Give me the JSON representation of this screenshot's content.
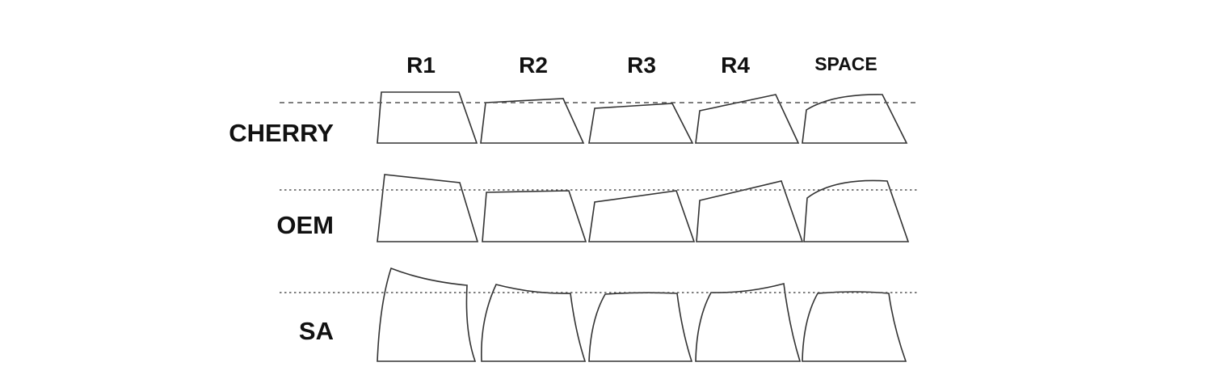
{
  "columns": [
    "R1",
    "R2",
    "R3",
    "R4",
    "SPACE"
  ],
  "profiles": [
    {
      "key": "cherry",
      "label": "CHERRY",
      "guide": "dashed"
    },
    {
      "key": "oem",
      "label": "OEM",
      "guide": "dotted"
    },
    {
      "key": "sa",
      "label": "SA",
      "guide": "dotted"
    }
  ],
  "colors": {
    "outline": "#333333",
    "text": "#111111",
    "guide": "#555555"
  }
}
